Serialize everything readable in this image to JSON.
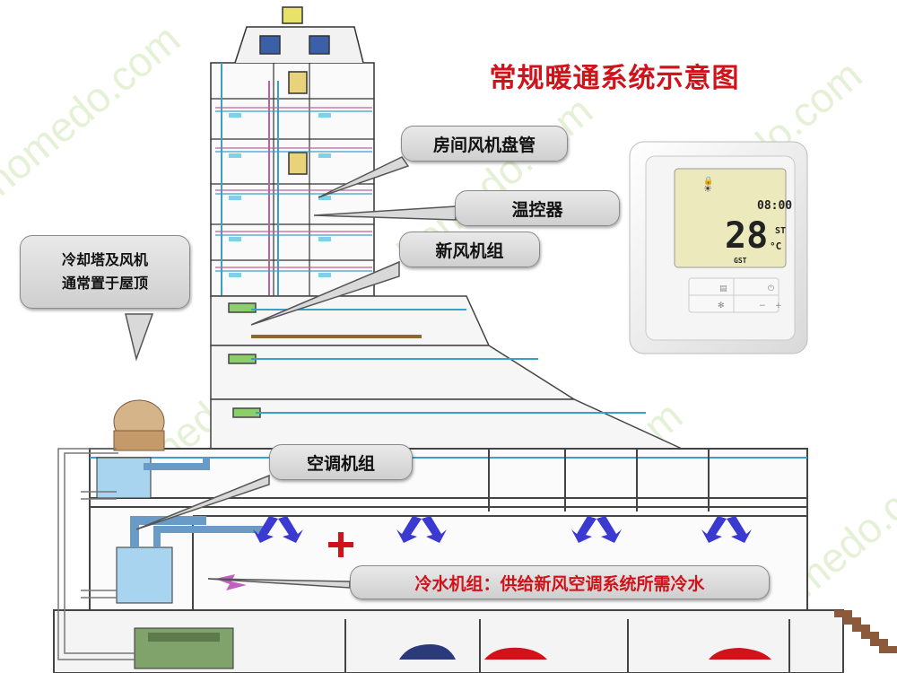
{
  "title": "常规暖通系统示意图",
  "callouts": {
    "fan_coil": "房间风机盘管",
    "thermostat": "温控器",
    "fresh_air_unit": "新风机组",
    "cooling_tower_line1": "冷却塔及风机",
    "cooling_tower_line2": "通常置于屋顶",
    "ac_unit": "空调机组",
    "chiller": "冷水机组：供给新风空调系统所需冷水"
  },
  "thermostat_display": {
    "time": "08:00",
    "temperature": "28",
    "unit": "°C",
    "mode": "ST",
    "brand": "GST"
  },
  "watermark": "homedo.com",
  "colors": {
    "title": "#d0121b",
    "pipe_blue": "#3aa0c8",
    "pipe_pink": "#c0609a",
    "arrow_blue": "#3a3ad0",
    "callout_bg": "#d9d9d9"
  }
}
